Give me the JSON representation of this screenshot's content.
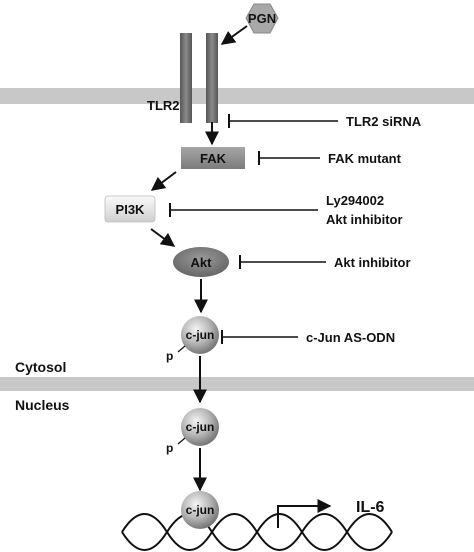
{
  "nodes": {
    "pgn": "PGN",
    "tlr2": "TLR2",
    "fak": "FAK",
    "pi3k": "PI3K",
    "akt": "Akt",
    "cjun_cytosol": "c-jun",
    "cjun_nucleus": "c-jun",
    "cjun_dna": "c-jun",
    "il6": "IL-6"
  },
  "phospho_marks": {
    "cytosol": "p",
    "nucleus": "p"
  },
  "inhibitors": {
    "tlr2_sirna": "TLR2 siRNA",
    "fak_mutant": "FAK mutant",
    "ly294002": "Ly294002",
    "pi3k_akt_inhibitor": "Akt inhibitor",
    "akt_inhibitor": "Akt inhibitor",
    "cjun_as_odn": "c-Jun AS-ODN"
  },
  "compartments": {
    "cytosol": "Cytosol",
    "nucleus": "Nucleus"
  },
  "colors": {
    "membrane": "#c8c8c8",
    "receptor": "#6e6e6e",
    "pgn": "#a8a8a8",
    "fak": "#909090",
    "akt": "#7a7a7a",
    "arrow": "#111111"
  }
}
